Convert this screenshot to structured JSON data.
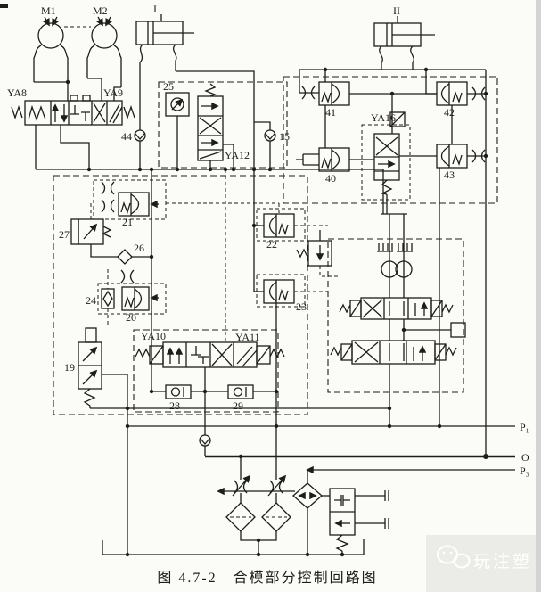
{
  "figure": {
    "caption": "图 4.7-2　合模部分控制回路图",
    "watermark": "玩注塑"
  },
  "labels": {
    "m1": "M1",
    "m2": "M2",
    "cyl1": "I",
    "cyl2": "II",
    "ya8": "YA8",
    "ya9": "YA9",
    "ya10": "YA10",
    "ya11": "YA11",
    "ya12": "YA12",
    "ya16": "YA16",
    "v15": "15",
    "v19": "19",
    "v20": "20",
    "v21": "21",
    "v22": "22",
    "v23": "23",
    "v24": "24",
    "v25": "25",
    "v26": "26",
    "v27": "27",
    "v28": "28",
    "v29": "29",
    "v40": "40",
    "v41": "41",
    "v42": "42",
    "v43": "43",
    "v44": "44",
    "p1": "P₁",
    "o": "O",
    "p3": "P₃"
  },
  "colors": {
    "line": "#1f1d1a",
    "paper": "#fbfbf8",
    "watermark_bg": "#ebebe8",
    "watermark_text": "#ffffff",
    "edge_strip": "#d4d4d2"
  }
}
